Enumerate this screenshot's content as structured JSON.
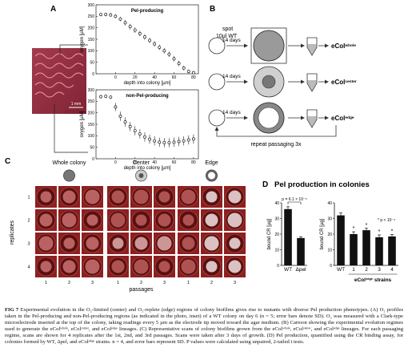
{
  "panel_labels": {
    "a": "A",
    "b": "B",
    "c": "C",
    "d": "D"
  },
  "panel_a": {
    "inset_scale": "1 mm",
    "chart_data": [
      {
        "type": "scatter",
        "title": "Pel-producing",
        "xlabel": "depth into colony [µm]",
        "ylabel": "oxygen [µM]",
        "xlim": [
          -20,
          85
        ],
        "ylim": [
          0,
          300
        ],
        "xticks": [
          0,
          20,
          40,
          60,
          80
        ],
        "yticks": [
          0,
          50,
          100,
          150,
          200,
          250,
          300
        ],
        "x": [
          -15,
          -10,
          -5,
          0,
          5,
          10,
          15,
          20,
          25,
          30,
          35,
          40,
          45,
          50,
          55,
          60,
          65,
          70,
          75,
          80
        ],
        "y": [
          258,
          258,
          256,
          250,
          238,
          222,
          205,
          190,
          175,
          160,
          145,
          130,
          115,
          100,
          85,
          65,
          45,
          25,
          10,
          5
        ],
        "err": [
          8,
          8,
          8,
          9,
          10,
          12,
          12,
          12,
          12,
          12,
          12,
          12,
          12,
          12,
          12,
          12,
          12,
          10,
          8,
          6
        ]
      },
      {
        "type": "scatter",
        "title": "non-Pel-producing",
        "xlabel": "depth into colony [µm]",
        "ylabel": "oxygen [µM]",
        "xlim": [
          -20,
          85
        ],
        "ylim": [
          0,
          300
        ],
        "xticks": [
          0,
          20,
          40,
          60,
          80
        ],
        "yticks": [
          0,
          50,
          100,
          150,
          200,
          250,
          300
        ],
        "x": [
          -15,
          -10,
          -5,
          0,
          5,
          10,
          15,
          20,
          25,
          30,
          35,
          40,
          45,
          50,
          55,
          60,
          65,
          70,
          75,
          80
        ],
        "y": [
          270,
          272,
          268,
          225,
          185,
          160,
          140,
          122,
          108,
          95,
          85,
          78,
          72,
          70,
          70,
          72,
          75,
          78,
          82,
          86
        ],
        "err": [
          8,
          8,
          8,
          18,
          20,
          20,
          20,
          20,
          20,
          20,
          20,
          20,
          20,
          20,
          20,
          20,
          20,
          20,
          20,
          20
        ]
      }
    ]
  },
  "panel_b": {
    "spot_label": "spot",
    "spot_volume": "10µl WT",
    "days_label": "14 days",
    "rows": [
      {
        "base": "eCol",
        "sup": "whole"
      },
      {
        "base": "eCol",
        "sup": "center"
      },
      {
        "base": "eCol",
        "sup": "edge"
      }
    ],
    "repeat_label": "repeat passaging 3x"
  },
  "panel_c": {
    "headers": [
      "Whole colony",
      "Center",
      "Edge"
    ],
    "replicates_label": "replicates",
    "passages_label": "passages",
    "replicate_numbers": [
      "1",
      "2",
      "3",
      "4"
    ],
    "passage_numbers": [
      "1",
      "2",
      "3"
    ]
  },
  "panel_d": {
    "title": "Pel production in colonies",
    "chart_data": [
      {
        "type": "bar",
        "categories": [
          "WT",
          "Δpel"
        ],
        "values": [
          36,
          17.5
        ],
        "err": [
          1.5,
          0.8
        ],
        "ylabel": "bound CR [µg]",
        "ylim": [
          0,
          40
        ],
        "yticks": [
          0,
          10,
          20,
          30,
          40
        ],
        "annotation": "p = 6.1 × 10⁻⁵"
      },
      {
        "type": "bar",
        "categories": [
          "WT",
          "1",
          "2",
          "3",
          "4"
        ],
        "values": [
          32,
          20,
          22.5,
          18,
          18.5
        ],
        "err": [
          1.5,
          1.5,
          1.2,
          1.5,
          1.2
        ],
        "ylabel": "bound CR [µg]",
        "ylim": [
          0,
          40
        ],
        "yticks": [
          0,
          10,
          20,
          30,
          40
        ],
        "marks": [
          "",
          "*",
          "*",
          "*",
          "*"
        ],
        "legend_note": "* p < 10⁻⁴",
        "xgroup_label": {
          "base": "eCol",
          "sup": "edge",
          "rest": " strains"
        }
      }
    ]
  },
  "colors": {
    "bar": "#111111",
    "agar": "#8e1f1f",
    "agar_dark": "#5a1010",
    "dish_rim": "#d8d8d8"
  },
  "caption": {
    "label": "FIG 7",
    "text": " Experimental evolution in the O₂-limited (center) and O₂-replete (edge) regions of colony biofilms gives rise to mutants with diverse Pel production phenotypes. (A) O₂ profiles taken in the Pel-producing and non-Pel-producing regions (as indicated in the photo, inset) of a WT colony on day 6 (n = 5; error bars denote SD). O₂ was measured with a Clark-type microelectrode inserted at the top of the colony, taking readings every 5 µm as the electrode tip moved toward the agar medium. (B) Cartoon showing the experimental evolution regimes used to generate the eColʷʰᵒˡᵉ, eColᶜᵉⁿᵗᵉʳ, and eColᵉᵈᵍᵉ lineages. (C) Representative scans of colony biofilms grown from the eColʷʰᵒˡᵉ, eColᶜᵉⁿᵗᵉʳ, and eColᵉᵈᵍᵉ lineages. For each passaging regime, scans are shown for 4 replicates after the 1st, 2nd, and 3rd passages. Scans were taken after 3 days of growth. (D) Pel production, quantified using the CR binding assay, for colonies formed by WT, Δpel, and eColᵉᵈᵍᵉ strains. n = 4, and error bars represent SD. P values were calculated using unpaired, 2-tailed t tests."
  }
}
